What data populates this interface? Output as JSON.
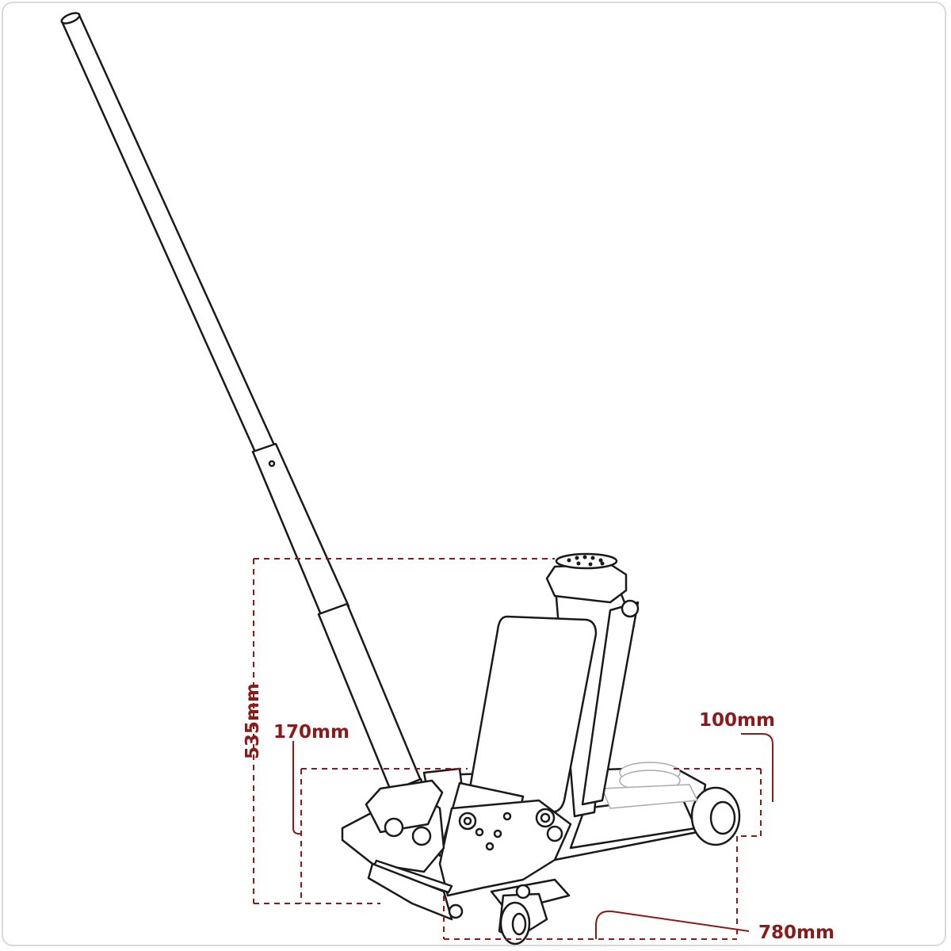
{
  "colors": {
    "accent": "#8b1a1a",
    "line": "#1a1a1a",
    "frame": "#d9d9d9"
  },
  "dimensions": {
    "height_max": "535mm",
    "height_min": "170mm",
    "saddle_height": "100mm",
    "length": "780mm"
  }
}
